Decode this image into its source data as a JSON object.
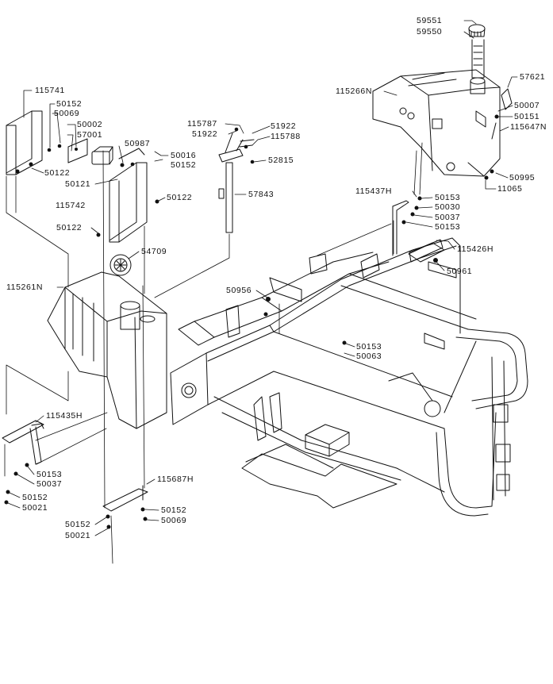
{
  "diagram": {
    "type": "exploded-parts-view",
    "colors": {
      "ink": "#111111",
      "paper": "#ffffff"
    },
    "callouts": [
      {
        "id": "c-59551",
        "text": "59551"
      },
      {
        "id": "c-59550",
        "text": "59550"
      },
      {
        "id": "c-57621",
        "text": "57621"
      },
      {
        "id": "c-115266N",
        "text": "115266N"
      },
      {
        "id": "c-50007",
        "text": "50007"
      },
      {
        "id": "c-50151",
        "text": "50151"
      },
      {
        "id": "c-115647N",
        "text": "115647N"
      },
      {
        "id": "c-50995",
        "text": "50995"
      },
      {
        "id": "c-11065",
        "text": "11065"
      },
      {
        "id": "c-115741",
        "text": "115741"
      },
      {
        "id": "c-50152-a",
        "text": "50152"
      },
      {
        "id": "c-50069-a",
        "text": "50069"
      },
      {
        "id": "c-50002",
        "text": "50002"
      },
      {
        "id": "c-57001",
        "text": "57001"
      },
      {
        "id": "c-50987",
        "text": "50987"
      },
      {
        "id": "c-50016",
        "text": "50016"
      },
      {
        "id": "c-50152-b",
        "text": "50152"
      },
      {
        "id": "c-50122-a",
        "text": "50122"
      },
      {
        "id": "c-50121",
        "text": "50121"
      },
      {
        "id": "c-115742",
        "text": "115742"
      },
      {
        "id": "c-50122-b",
        "text": "50122"
      },
      {
        "id": "c-50122-c",
        "text": "50122"
      },
      {
        "id": "c-115787",
        "text": "115787"
      },
      {
        "id": "c-51922-a",
        "text": "51922"
      },
      {
        "id": "c-51922-b",
        "text": "51922"
      },
      {
        "id": "c-115788",
        "text": "115788"
      },
      {
        "id": "c-52815",
        "text": "52815"
      },
      {
        "id": "c-57843",
        "text": "57843"
      },
      {
        "id": "c-54709",
        "text": "54709"
      },
      {
        "id": "c-115437H",
        "text": "115437H"
      },
      {
        "id": "c-50153-a",
        "text": "50153"
      },
      {
        "id": "c-50030",
        "text": "50030"
      },
      {
        "id": "c-50037-a",
        "text": "50037"
      },
      {
        "id": "c-50153-b",
        "text": "50153"
      },
      {
        "id": "c-115426H",
        "text": "115426H"
      },
      {
        "id": "c-50961",
        "text": "50961"
      },
      {
        "id": "c-115261N",
        "text": "115261N"
      },
      {
        "id": "c-50956",
        "text": "50956"
      },
      {
        "id": "c-50153-c",
        "text": "50153"
      },
      {
        "id": "c-50063",
        "text": "50063"
      },
      {
        "id": "c-115435H",
        "text": "115435H"
      },
      {
        "id": "c-50153-d",
        "text": "50153"
      },
      {
        "id": "c-50037-b",
        "text": "50037"
      },
      {
        "id": "c-50152-c",
        "text": "50152"
      },
      {
        "id": "c-50021-a",
        "text": "50021"
      },
      {
        "id": "c-115687H",
        "text": "115687H"
      },
      {
        "id": "c-50152-d",
        "text": "50152"
      },
      {
        "id": "c-50069-b",
        "text": "50069"
      },
      {
        "id": "c-50152-e",
        "text": "50152"
      },
      {
        "id": "c-50021-b",
        "text": "50021"
      }
    ]
  }
}
